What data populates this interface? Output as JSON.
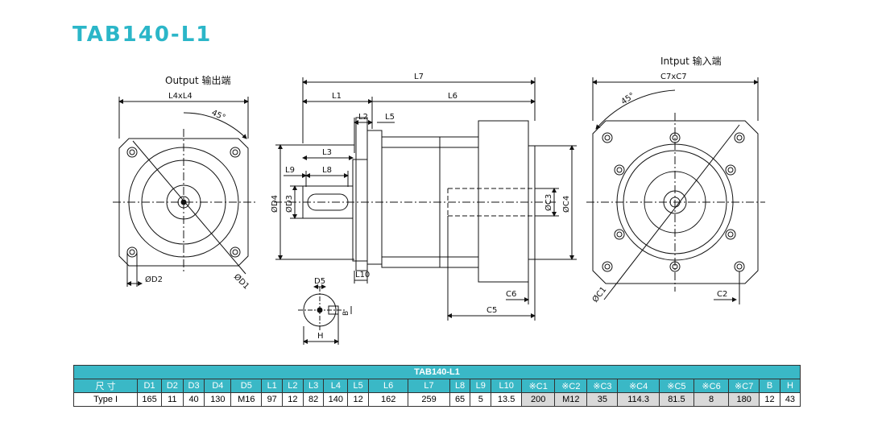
{
  "title": "TAB140-L1",
  "views": {
    "output": {
      "label": "Output 输出端",
      "dim_square": "L4xL4",
      "angle": "45°",
      "d1": "ØD1",
      "d2": "ØD2"
    },
    "side": {
      "l7": "L7",
      "l1": "L1",
      "l6": "L6",
      "l2": "L2",
      "l5": "L5",
      "l3": "L3",
      "l9": "L9",
      "l8": "L8",
      "d4": "ØD4",
      "d3": "ØD3",
      "c3": "ØC3",
      "c4": "ØC4",
      "l10": "L10",
      "c6": "C6",
      "c5": "C5"
    },
    "shaft": {
      "d5": "D5",
      "b": "B",
      "h": "H"
    },
    "input": {
      "label": "Intput 输入端",
      "dim_square": "C7xC7",
      "angle": "45°",
      "c1": "ØC1",
      "c2": "C2"
    }
  },
  "table": {
    "title": "TAB140-L1",
    "headers": [
      "尺 寸",
      "D1",
      "D2",
      "D3",
      "D4",
      "D5",
      "L1",
      "L2",
      "L3",
      "L4",
      "L5",
      "L6",
      "L7",
      "L8",
      "L9",
      "L10",
      "※C1",
      "※C2",
      "※C3",
      "※C4",
      "※C5",
      "※C6",
      "※C7",
      "B",
      "H"
    ],
    "rows": [
      [
        "Type I",
        "165",
        "11",
        "40",
        "130",
        "M16",
        "97",
        "12",
        "82",
        "140",
        "12",
        "162",
        "259",
        "65",
        "5",
        "13.5",
        "200",
        "M12",
        "35",
        "114.3",
        "81.5",
        "8",
        "180",
        "12",
        "43"
      ]
    ]
  }
}
